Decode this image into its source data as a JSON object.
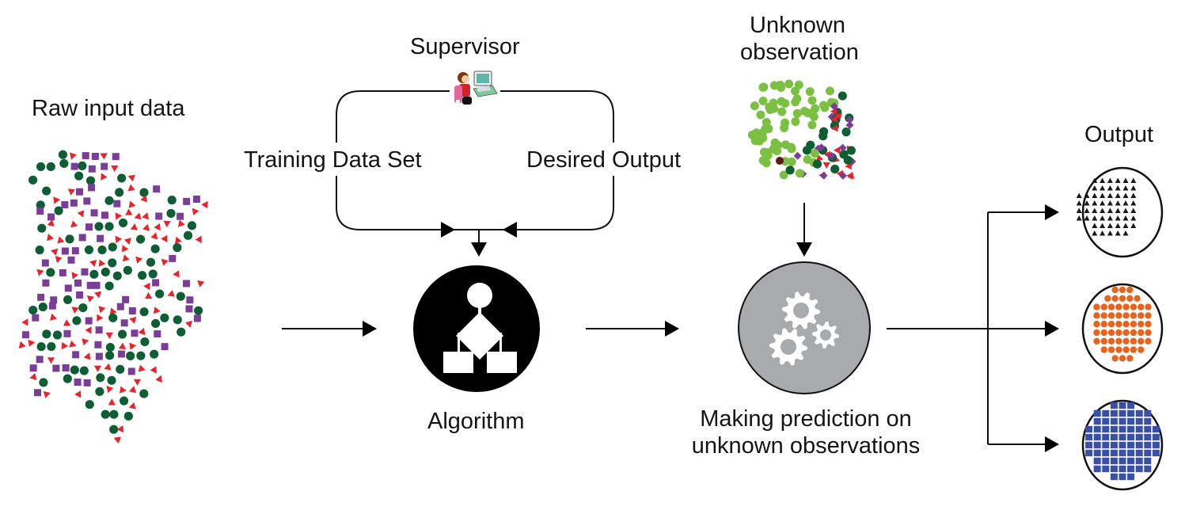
{
  "diagram": {
    "title": "Supervised learning workflow",
    "labels": {
      "raw_input": "Raw input data",
      "supervisor": "Supervisor",
      "training_data": "Training Data Set",
      "desired_output": "Desired Output",
      "algorithm": "Algorithm",
      "unknown_obs_line1": "Unknown",
      "unknown_obs_line2": "observation",
      "prediction_line1": "Making prediction on",
      "prediction_line2": "unknown observations",
      "output": "Output"
    },
    "nodes": [
      {
        "id": "raw-input",
        "icon": "scatter-cloud",
        "classes": [
          "circle",
          "square",
          "triangle"
        ]
      },
      {
        "id": "supervisor",
        "icon": "person-at-computer-icon"
      },
      {
        "id": "algorithm",
        "icon": "flowchart-icon"
      },
      {
        "id": "unknown-observation",
        "icon": "scatter-patch"
      },
      {
        "id": "prediction",
        "icon": "gears-icon"
      },
      {
        "id": "output-class-1",
        "icon": "triangle-cluster",
        "color": "#1a1a1a"
      },
      {
        "id": "output-class-2",
        "icon": "dot-cluster",
        "color": "#e8641e"
      },
      {
        "id": "output-class-3",
        "icon": "square-cluster",
        "color": "#3a4fa6"
      }
    ],
    "edges": [
      {
        "from": "raw-input",
        "to": "algorithm"
      },
      {
        "from": "supervisor",
        "to": "algorithm",
        "via": "training_data"
      },
      {
        "from": "supervisor",
        "to": "algorithm",
        "via": "desired_output"
      },
      {
        "from": "algorithm",
        "to": "prediction"
      },
      {
        "from": "unknown-observation",
        "to": "prediction"
      },
      {
        "from": "prediction",
        "to": "output-class-1"
      },
      {
        "from": "prediction",
        "to": "output-class-2"
      },
      {
        "from": "prediction",
        "to": "output-class-3"
      }
    ],
    "colors": {
      "green": "#0e5e35",
      "purple": "#7a3d98",
      "red": "#e8232b",
      "light_green": "#7bc043",
      "gear_circle": "#a9aaac",
      "orange": "#e8641e",
      "blue": "#3a4fa6"
    }
  }
}
